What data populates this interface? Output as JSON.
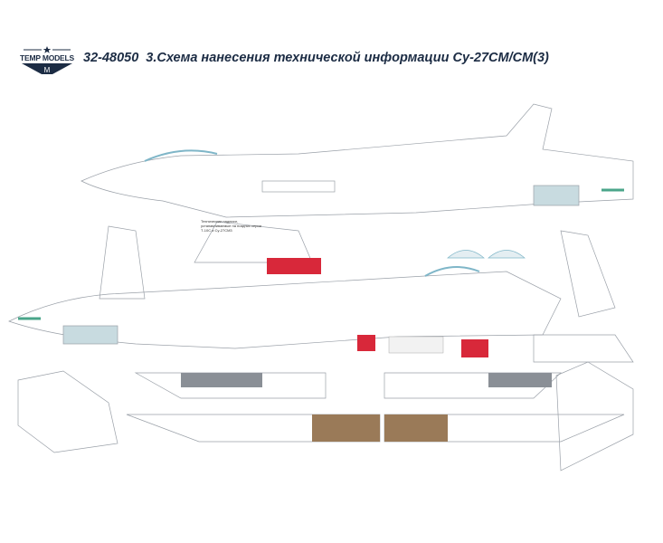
{
  "header": {
    "brand": "TEMP MODELS",
    "catalog_number": "32-48050",
    "title": "3.Схема нанесения технической информации Су-27СМ/СМ(3)"
  },
  "note": "Технические надписи, устанавливаемые на поздних серии Т-10С и Су-27СМ3",
  "colors": {
    "title": "#1c2c44",
    "airframe_line": "#9aa0a8",
    "red_panel": "#d8283a",
    "wood_panel": "#9a7a58",
    "canopy": "#7fb6c8",
    "nose_green": "#4aa58a"
  }
}
